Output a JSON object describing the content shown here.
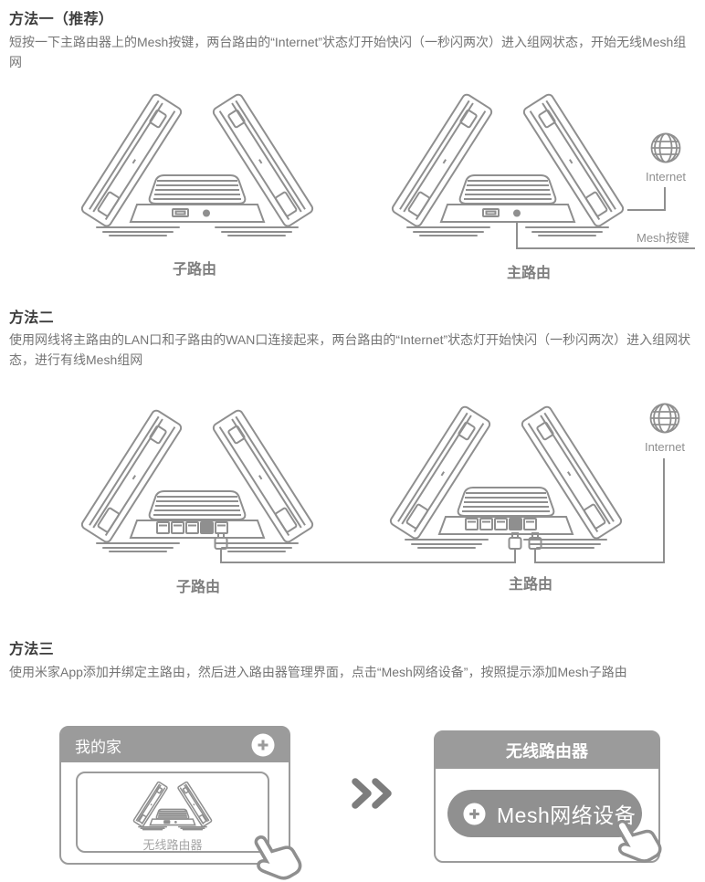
{
  "method1": {
    "heading": "方法一（推荐）",
    "body": "短按一下主路由器上的Mesh按键，两台路由的“Internet”状态灯开始快闪（一秒闪两次）进入组网状态，开始无线Mesh组网",
    "sub_router_label": "子路由",
    "main_router_label": "主路由",
    "internet_label": "Internet",
    "mesh_button_label": "Mesh按键"
  },
  "method2": {
    "heading": "方法二",
    "body": "使用网线将主路由的LAN口和子路由的WAN口连接起来，两台路由的“Internet”状态灯开始快闪（一秒闪两次）进入组网状态，进行有线Mesh组网",
    "sub_router_label": "子路由",
    "main_router_label": "主路由",
    "internet_label": "Internet"
  },
  "method3": {
    "heading": "方法三",
    "body": "使用米家App添加并绑定主路由，然后进入路由器管理界面，点击“Mesh网络设备”，按照提示添加Mesh子路由",
    "home_card": {
      "title": "我的家",
      "add_icon": "plus-icon",
      "device_label": "无线路由器"
    },
    "router_card": {
      "title": "无线路由器",
      "mesh_device_button": "Mesh网络设备",
      "add_icon": "plus-icon"
    }
  },
  "icons": [
    "internet-globe-icon",
    "plus-icon",
    "hand-cursor-icon",
    "double-chevron-icon",
    "mesh-button-dot"
  ],
  "colors": {
    "line_art": "#8F8F8F",
    "card_gray": "#9B9B9B",
    "pill_gray": "#909090",
    "heading_text": "#3D3D3D",
    "body_text": "#757575"
  }
}
